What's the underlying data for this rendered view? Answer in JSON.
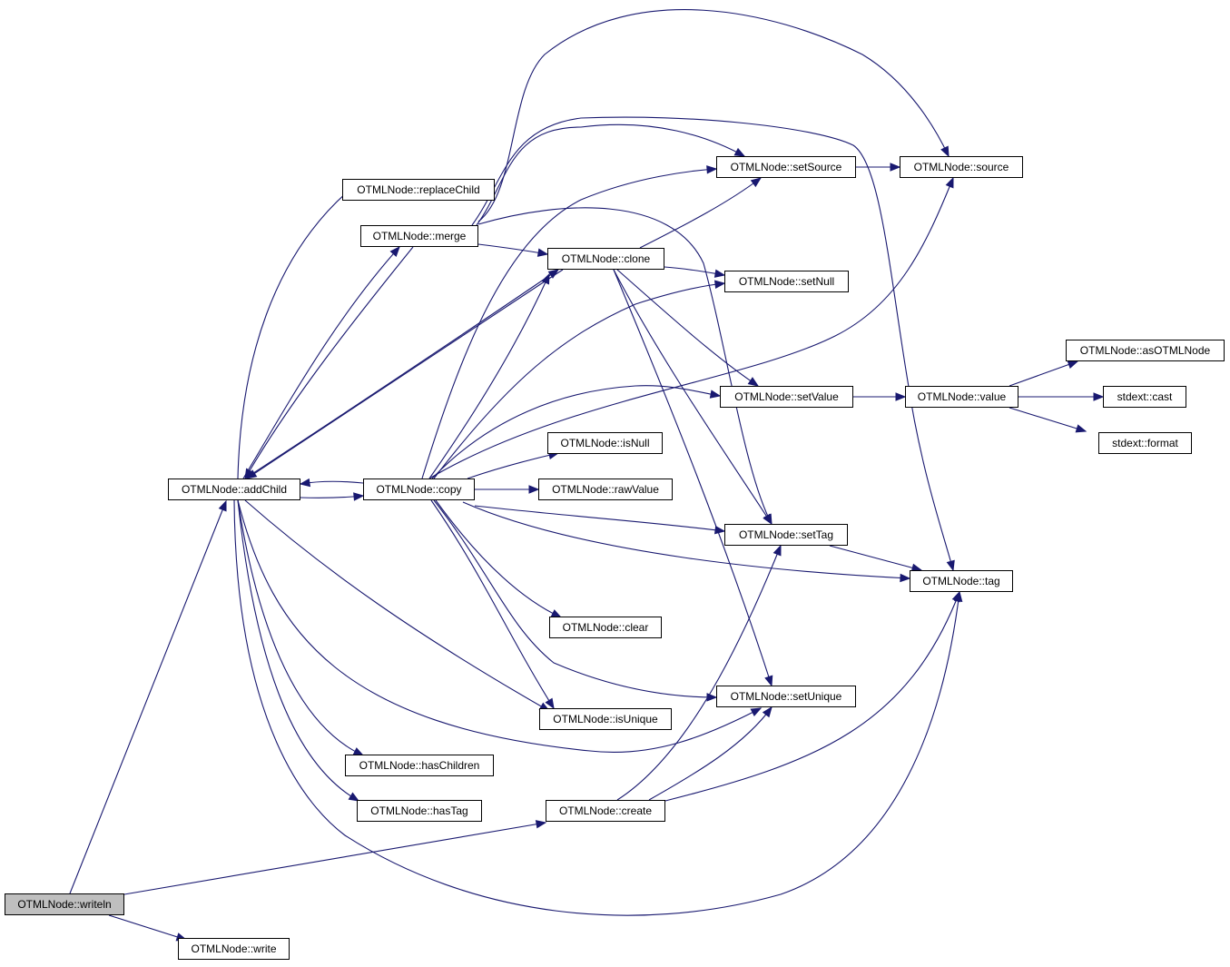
{
  "graph": {
    "type": "call-graph",
    "root": "writeln",
    "colors": {
      "edge": "#191970",
      "node_border": "#000000",
      "node_fill": "#ffffff",
      "root_fill": "#bfbfbf"
    },
    "nodes": {
      "writeln": {
        "label": "OTMLNode::writeln",
        "root": true
      },
      "addChild": {
        "label": "OTMLNode::addChild"
      },
      "write": {
        "label": "OTMLNode::write"
      },
      "replaceChild": {
        "label": "OTMLNode::replaceChild"
      },
      "merge": {
        "label": "OTMLNode::merge"
      },
      "copy": {
        "label": "OTMLNode::copy"
      },
      "clone": {
        "label": "OTMLNode::clone"
      },
      "setSource": {
        "label": "OTMLNode::setSource"
      },
      "source": {
        "label": "OTMLNode::source"
      },
      "setNull": {
        "label": "OTMLNode::setNull"
      },
      "setValue": {
        "label": "OTMLNode::setValue"
      },
      "value": {
        "label": "OTMLNode::value"
      },
      "asOTMLNode": {
        "label": "OTMLNode::asOTMLNode"
      },
      "cast": {
        "label": "stdext::cast"
      },
      "format": {
        "label": "stdext::format"
      },
      "isNull": {
        "label": "OTMLNode::isNull"
      },
      "rawValue": {
        "label": "OTMLNode::rawValue"
      },
      "setTag": {
        "label": "OTMLNode::setTag"
      },
      "tag": {
        "label": "OTMLNode::tag"
      },
      "clear": {
        "label": "OTMLNode::clear"
      },
      "setUnique": {
        "label": "OTMLNode::setUnique"
      },
      "isUnique": {
        "label": "OTMLNode::isUnique"
      },
      "hasChildren": {
        "label": "OTMLNode::hasChildren"
      },
      "hasTag": {
        "label": "OTMLNode::hasTag"
      },
      "create": {
        "label": "OTMLNode::create"
      }
    },
    "edges": [
      [
        "writeln",
        "addChild"
      ],
      [
        "writeln",
        "create"
      ],
      [
        "writeln",
        "write"
      ],
      [
        "addChild",
        "replaceChild"
      ],
      [
        "addChild",
        "merge"
      ],
      [
        "addChild",
        "copy"
      ],
      [
        "addChild",
        "clone"
      ],
      [
        "addChild",
        "isUnique"
      ],
      [
        "addChild",
        "setUnique"
      ],
      [
        "addChild",
        "hasChildren"
      ],
      [
        "addChild",
        "hasTag"
      ],
      [
        "addChild",
        "tag"
      ],
      [
        "merge",
        "addChild"
      ],
      [
        "merge",
        "clone"
      ],
      [
        "merge",
        "source"
      ],
      [
        "merge",
        "setSource"
      ],
      [
        "merge",
        "tag"
      ],
      [
        "merge",
        "setTag"
      ],
      [
        "copy",
        "addChild"
      ],
      [
        "copy",
        "clone"
      ],
      [
        "copy",
        "setSource"
      ],
      [
        "copy",
        "setNull"
      ],
      [
        "copy",
        "source"
      ],
      [
        "copy",
        "setValue"
      ],
      [
        "copy",
        "isNull"
      ],
      [
        "copy",
        "rawValue"
      ],
      [
        "copy",
        "setTag"
      ],
      [
        "copy",
        "tag"
      ],
      [
        "copy",
        "clear"
      ],
      [
        "copy",
        "isUnique"
      ],
      [
        "copy",
        "setUnique"
      ],
      [
        "clone",
        "addChild"
      ],
      [
        "clone",
        "setSource"
      ],
      [
        "clone",
        "setNull"
      ],
      [
        "clone",
        "setValue"
      ],
      [
        "clone",
        "setTag"
      ],
      [
        "clone",
        "setUnique"
      ],
      [
        "setSource",
        "source"
      ],
      [
        "setValue",
        "value"
      ],
      [
        "value",
        "asOTMLNode"
      ],
      [
        "value",
        "cast"
      ],
      [
        "value",
        "format"
      ],
      [
        "setTag",
        "tag"
      ],
      [
        "create",
        "setTag"
      ],
      [
        "create",
        "setUnique"
      ],
      [
        "create",
        "tag"
      ]
    ]
  }
}
